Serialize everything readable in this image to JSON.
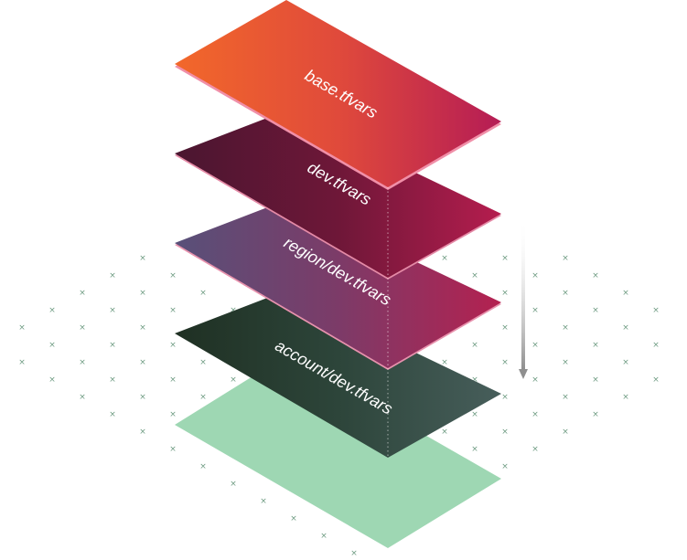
{
  "layers": [
    {
      "label": "base.tfvars",
      "gradient": [
        "#f2682a",
        "#e04a3b",
        "#b51c55"
      ],
      "edge": "#f08fa8"
    },
    {
      "label": "dev.tfvars",
      "gradient": [
        "#4a1630",
        "#6e1738",
        "#b51d4e"
      ],
      "edge": "#e48aa6"
    },
    {
      "label": "region/dev.tfvars",
      "gradient": [
        "#585079",
        "#7c3b68",
        "#b42150"
      ],
      "edge": "#e792ad"
    },
    {
      "label": "account/dev.tfvars",
      "gradient": [
        "#1f3023",
        "#2d453a",
        "#475e5b"
      ],
      "edge": "#9ed7b3"
    }
  ],
  "colors": {
    "grid_marks": "#6f9c83",
    "arrow": "#8f8f8f",
    "background": "#ffffff"
  }
}
